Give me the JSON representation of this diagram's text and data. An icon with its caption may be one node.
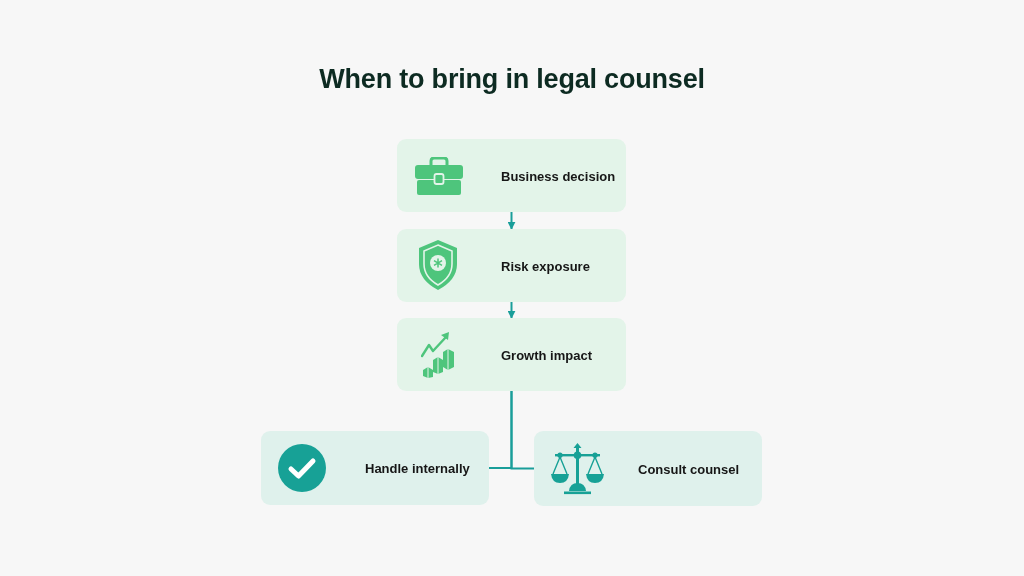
{
  "diagram": {
    "title": "When to bring in legal counsel",
    "nodes": [
      {
        "text": [
          "Business decision"
        ]
      },
      {
        "text": [
          "Risk exposure"
        ]
      },
      {
        "text": [
          "Growth impact"
        ]
      },
      {
        "text": [
          "Handle internally"
        ]
      },
      {
        "text": [
          "Consult counsel"
        ]
      }
    ],
    "edges": [
      {
        "from": 0,
        "to": 1,
        "arrow": "to"
      },
      {
        "from": 1,
        "to": 2,
        "arrow": "to"
      },
      {
        "from": 2,
        "to": 3,
        "arrow": "none"
      },
      {
        "from": 2,
        "to": 4,
        "arrow": "none"
      }
    ]
  }
}
